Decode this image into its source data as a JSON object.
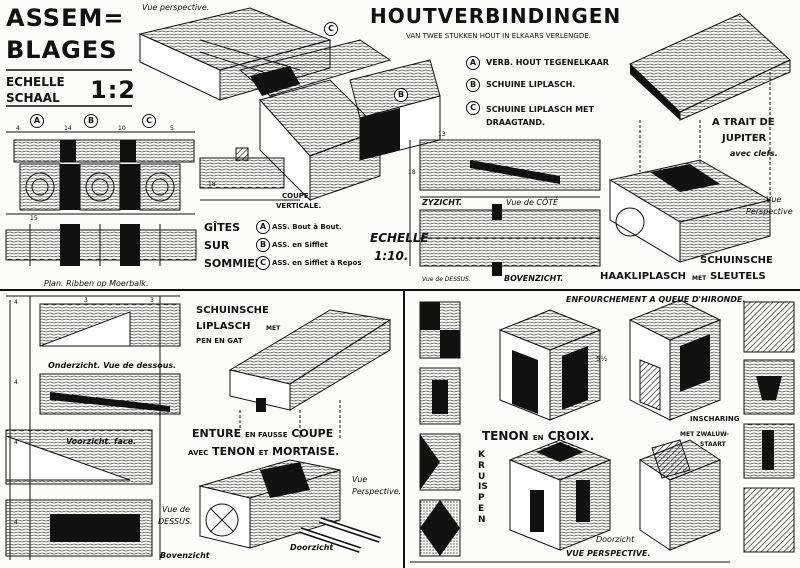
{
  "title": {
    "assemblages": [
      "ASSEM=",
      "BLAGES"
    ],
    "echelle_schaal": [
      "ECHELLE",
      "SCHAAL"
    ],
    "scale": "1:2",
    "main": "HOUTVERBINDINGEN",
    "subtitle": "VAN TWEE STUKKEN HOUT IN ELKAARS VERLENGDE."
  },
  "top_left": {
    "vue_perspective": "Vue perspective.",
    "markers": [
      "A",
      "B",
      "C"
    ],
    "plan_caption": "Plan. Ribben op Moerbalk.",
    "dims": [
      "4",
      "18",
      "14",
      "10",
      "5",
      "15"
    ]
  },
  "top_center": {
    "markers": [
      "C",
      "B"
    ],
    "coupe": [
      "COUPE",
      "VERTICALE."
    ],
    "gites": [
      "GÎTES",
      "SUR",
      "SOMMIER"
    ],
    "legend_lines": [
      {
        "letter": "A",
        "text": "ASS. Bout à Bout."
      },
      {
        "letter": "B",
        "text": "ASS. en Sifflet"
      },
      {
        "letter": "C",
        "text": "ASS. en Sifflet à Repos"
      }
    ],
    "echelle": "ECHELLE",
    "echelle_scale": "1:10."
  },
  "legend_main": [
    {
      "letter": "A",
      "text": "VERB. HOUT TEGENELKAAR"
    },
    {
      "letter": "B",
      "text": "SCHUINE LIPLASCH."
    },
    {
      "letter": "C",
      "text": "SCHUINE LIPLASCH MET DRAAGTAND."
    }
  ],
  "middle": {
    "zyzicht": "ZYZICHT.",
    "vue_de_cote": "Vue de CÔTÉ",
    "vue_de_dessus": "Vue de DESSUS.",
    "bovenzicht": "BOVENZICHT.",
    "dims": [
      "13",
      "18"
    ]
  },
  "top_right": {
    "jupiter": [
      "A TRAIT DE",
      "JUPITER",
      "avec clefs."
    ],
    "vue_perspective": [
      "Vue",
      "Perspective"
    ],
    "schuinsche": "SCHUINSCHE",
    "haakliplasch": "HAAKLIPLASCH",
    "met": "MET",
    "sleutels": "SLEUTELS"
  },
  "bottom_left": {
    "label1": "SCHUINSCHE",
    "label2": "LIPLASCH",
    "label2_small": "MET",
    "label3": "PEN EN GAT",
    "onderzicht": "Onderzicht. Vue de dessous.",
    "voorzicht_face": "Voorzicht. face.",
    "vue_de_dessus": [
      "Vue de",
      "DESSUS."
    ],
    "bovenzicht": "Bovenzicht",
    "enture_a": "ENTURE",
    "enture_b": "EN FAUSSE",
    "enture_c": "COUPE",
    "avec": "AVEC",
    "tenon": "TENON",
    "et": "ET",
    "mortaise": "MORTAISE.",
    "vue_perspective": [
      "Vue",
      "Perspective."
    ],
    "doorzicht": "Doorzicht",
    "dims": [
      "4",
      "3",
      "3",
      "4",
      "4",
      "4"
    ]
  },
  "bottom_right": {
    "enfourchement": "ENFOURCHEMENT A QUEUE D'HIRONDE.",
    "tenon_en_croix": [
      "TENON",
      "EN",
      "CROIX."
    ],
    "kruispen": "KRUISPEN",
    "inscharing": "INSCHARING",
    "zwaluwstaart": [
      "MET ZWALUW-",
      "STAART"
    ],
    "doorzicht": "Doorzicht",
    "vue_perspective": "VUE PERSPECTIVE.",
    "dim": "5½"
  }
}
